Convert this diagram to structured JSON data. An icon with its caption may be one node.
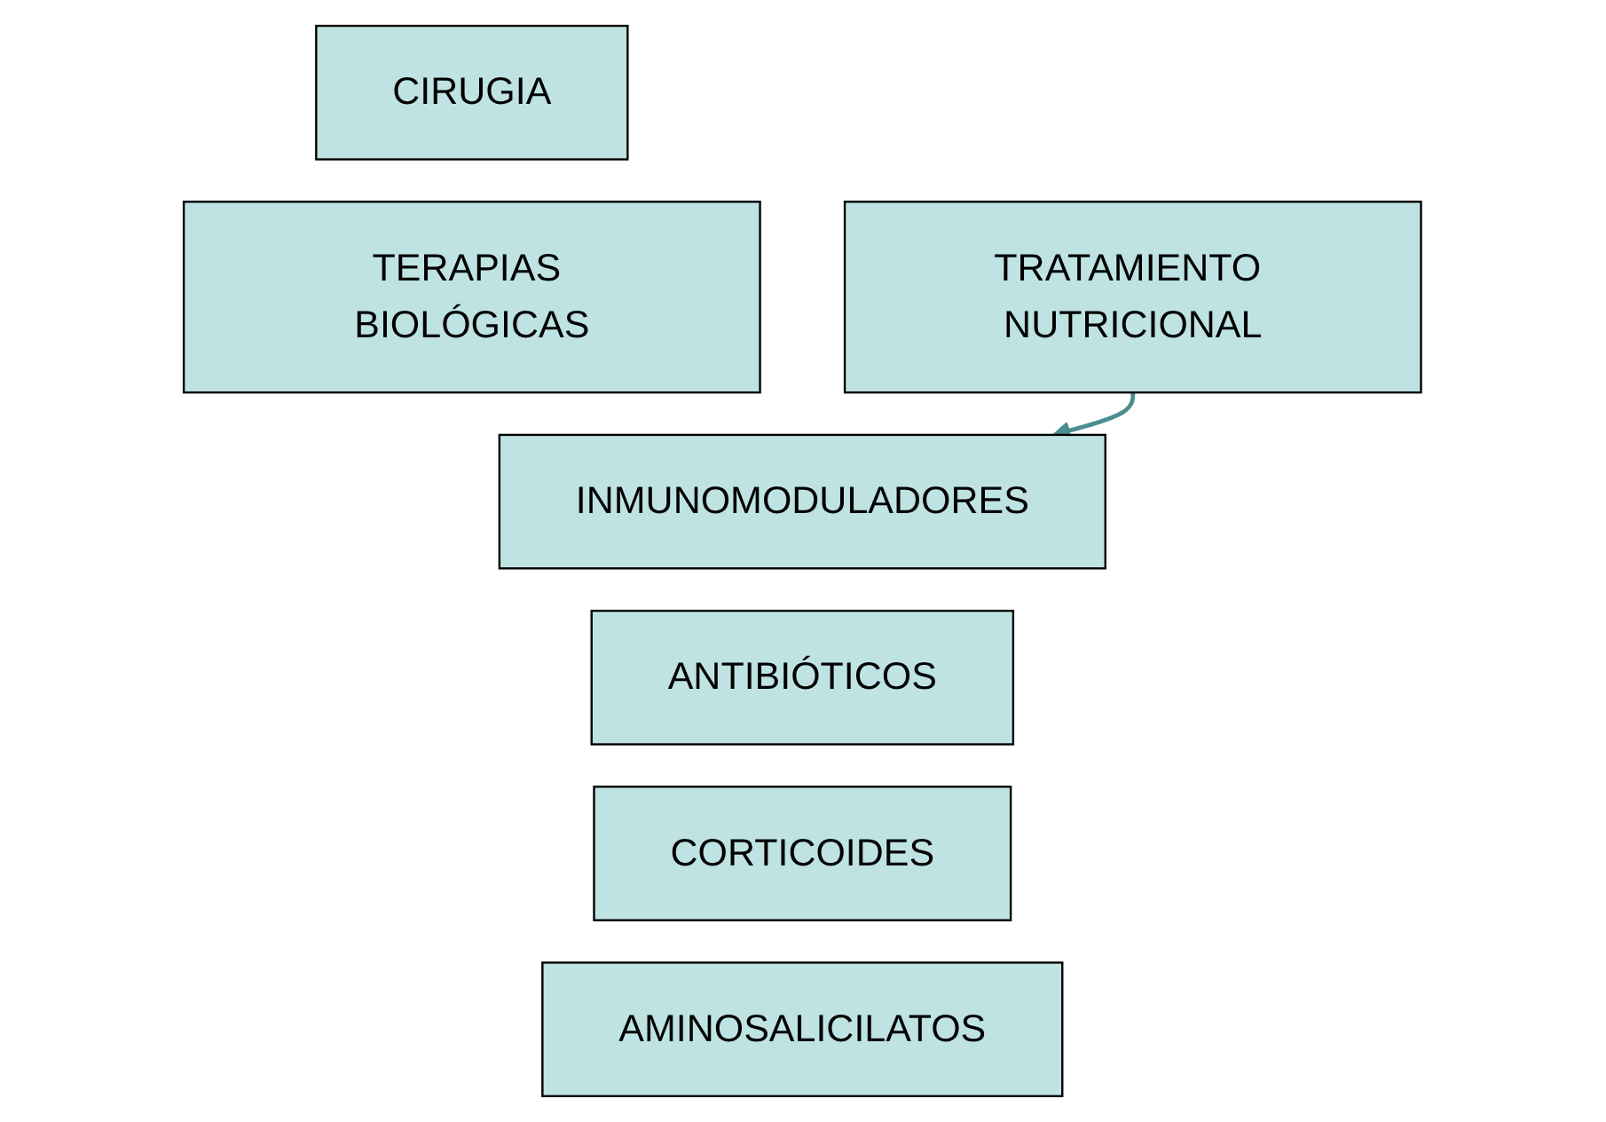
{
  "diagram": {
    "nodes": [
      {
        "text": [
          "CIRUGIA"
        ]
      },
      {
        "text": [
          "TERAPIAS BIOLÓGICAS"
        ]
      },
      {
        "text": [
          "INMUNOMODULADORES"
        ]
      },
      {
        "text": [
          "ANTIBIÓTICOS"
        ]
      },
      {
        "text": [
          "CORTICOIDES"
        ]
      },
      {
        "text": [
          "TRATAMIENTO NUTRICIONAL"
        ]
      },
      {
        "text": [
          "AMINOSALICILATOS"
        ]
      }
    ],
    "edges": [
      {
        "from": 5,
        "to": 2,
        "arrow": "to"
      }
    ]
  }
}
